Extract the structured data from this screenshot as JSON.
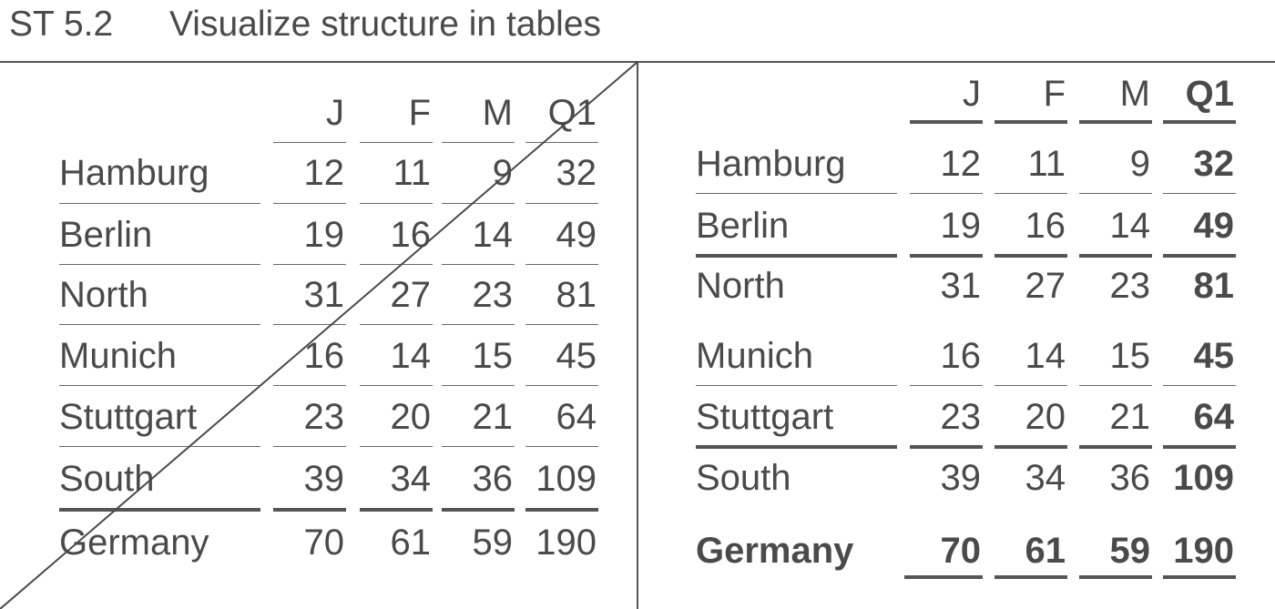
{
  "title": {
    "code": "ST 5.2",
    "text": "Visualize structure in tables"
  },
  "colors": {
    "text": "#4a4a4a",
    "rule": "#555555"
  },
  "left_table": {
    "headers": [
      "J",
      "F",
      "M",
      "Q1"
    ],
    "rows": [
      {
        "label": "Hamburg",
        "values": [
          "12",
          "11",
          "9",
          "32"
        ]
      },
      {
        "label": "Berlin",
        "values": [
          "19",
          "16",
          "14",
          "49"
        ]
      },
      {
        "label": "North",
        "values": [
          "31",
          "27",
          "23",
          "81"
        ]
      },
      {
        "label": "Munich",
        "values": [
          "16",
          "14",
          "15",
          "45"
        ]
      },
      {
        "label": "Stuttgart",
        "values": [
          "23",
          "20",
          "21",
          "64"
        ]
      },
      {
        "label": "South",
        "values": [
          "39",
          "34",
          "36",
          "109"
        ]
      },
      {
        "label": "Germany",
        "values": [
          "70",
          "61",
          "59",
          "190"
        ]
      }
    ]
  },
  "right_table": {
    "headers": [
      "J",
      "F",
      "M",
      "Q1"
    ],
    "rows": [
      {
        "label": "Hamburg",
        "values": [
          "12",
          "11",
          "9",
          "32"
        ]
      },
      {
        "label": "Berlin",
        "values": [
          "19",
          "16",
          "14",
          "49"
        ]
      },
      {
        "label": "North",
        "values": [
          "31",
          "27",
          "23",
          "81"
        ]
      },
      {
        "label": "Munich",
        "values": [
          "16",
          "14",
          "15",
          "45"
        ]
      },
      {
        "label": "Stuttgart",
        "values": [
          "23",
          "20",
          "21",
          "64"
        ]
      },
      {
        "label": "South",
        "values": [
          "39",
          "34",
          "36",
          "109"
        ]
      },
      {
        "label": "Germany",
        "values": [
          "70",
          "61",
          "59",
          "190"
        ]
      }
    ]
  }
}
